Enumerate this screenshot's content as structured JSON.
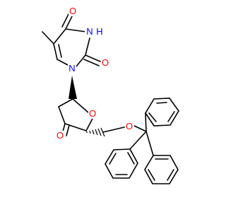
{
  "atoms": {
    "O_top": "O",
    "NH": "H",
    "N_ring": "N",
    "O_right": "O",
    "N1": "N",
    "O_ring": "O",
    "O_ketone": "O",
    "O_ether": "O"
  },
  "colors": {
    "bond": "#000000",
    "O": "#ff0000",
    "N": "#0000ff",
    "H": "#0000ff",
    "background": "#ffffff"
  }
}
